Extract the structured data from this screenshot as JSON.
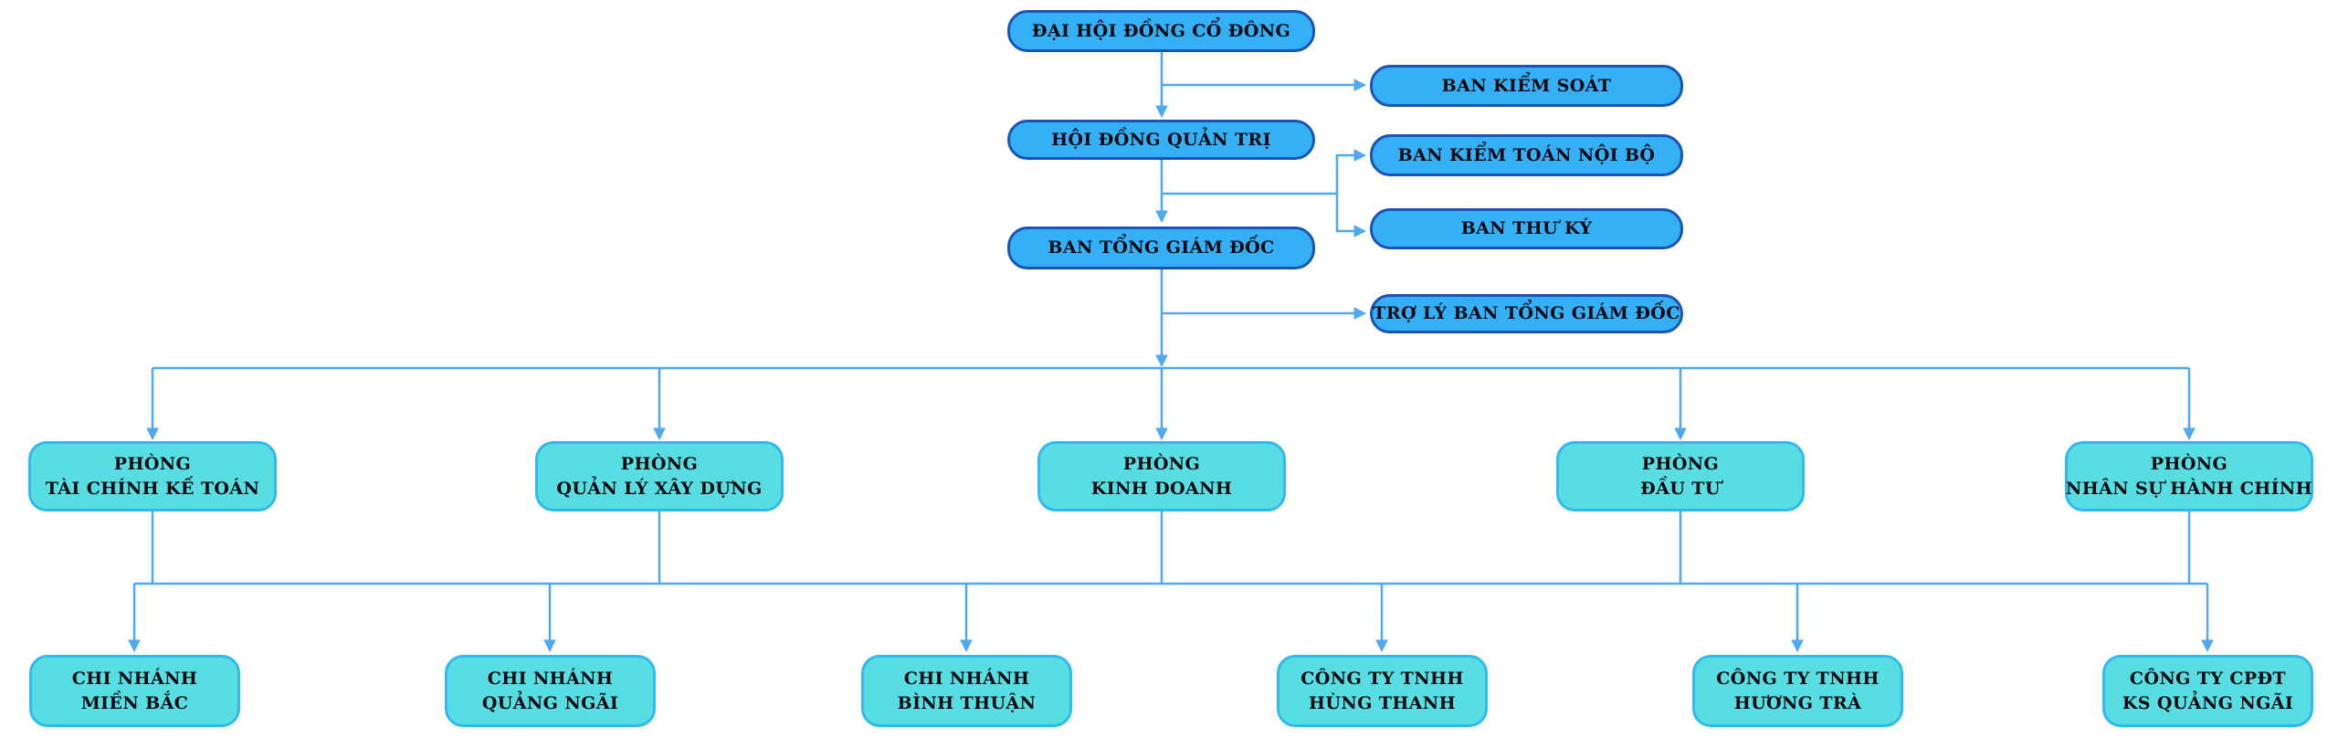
{
  "diagram": {
    "kind": "org-chart",
    "language": "vi",
    "colors": {
      "governance_box_fill": "#35AFF5",
      "governance_box_border": "#1A54B7",
      "unit_box_fill": "#57DDE2",
      "unit_box_border": "#30BAEE",
      "connector": "#4FA9F0",
      "text": "#06080f",
      "background": "#ffffff"
    },
    "nodes": {
      "shareholders": {
        "label": "ĐẠI HỘI ĐỒNG CỔ ĐÔNG"
      },
      "supervisory_board": {
        "label": "BAN KIỂM SOÁT"
      },
      "board_of_directors": {
        "label": "HỘI ĐỒNG QUẢN TRỊ"
      },
      "internal_audit": {
        "label": "BAN KIỂM TOÁN NỘI BỘ"
      },
      "secretariat": {
        "label": "BAN THƯ KÝ"
      },
      "general_directors_board": {
        "label": "BAN TỔNG GIÁM ĐỐC"
      },
      "assistant_general_directors": {
        "label": "TRỢ LÝ BAN TỔNG GIÁM ĐỐC"
      },
      "dept_finance_accounting": {
        "line1": "PHÒNG",
        "line2": "TÀI CHÍNH KẾ TOÁN"
      },
      "dept_construction_management": {
        "line1": "PHÒNG",
        "line2": "QUẢN LÝ XÂY DỰNG"
      },
      "dept_business": {
        "line1": "PHÒNG",
        "line2": "KINH DOANH"
      },
      "dept_investment": {
        "line1": "PHÒNG",
        "line2": "ĐẦU TƯ"
      },
      "dept_hr_admin": {
        "line1": "PHÒNG",
        "line2": "NHÂN SỰ HÀNH CHÍNH"
      },
      "branch_north": {
        "line1": "CHI NHÁNH",
        "line2": "MIỀN BẮC"
      },
      "branch_quang_ngai": {
        "line1": "CHI NHÁNH",
        "line2": "QUẢNG NGÃI"
      },
      "branch_binh_thuan": {
        "line1": "CHI NHÁNH",
        "line2": "BÌNH THUẬN"
      },
      "company_hung_thanh": {
        "line1": "CÔNG TY TNHH",
        "line2": "HÙNG THANH"
      },
      "company_huong_tra": {
        "line1": "CÔNG TY TNHH",
        "line2": "HƯƠNG TRÀ"
      },
      "company_ks_quang_ngai": {
        "line1": "CÔNG TY CPĐT",
        "line2": "KS QUẢNG NGÃI"
      }
    }
  }
}
